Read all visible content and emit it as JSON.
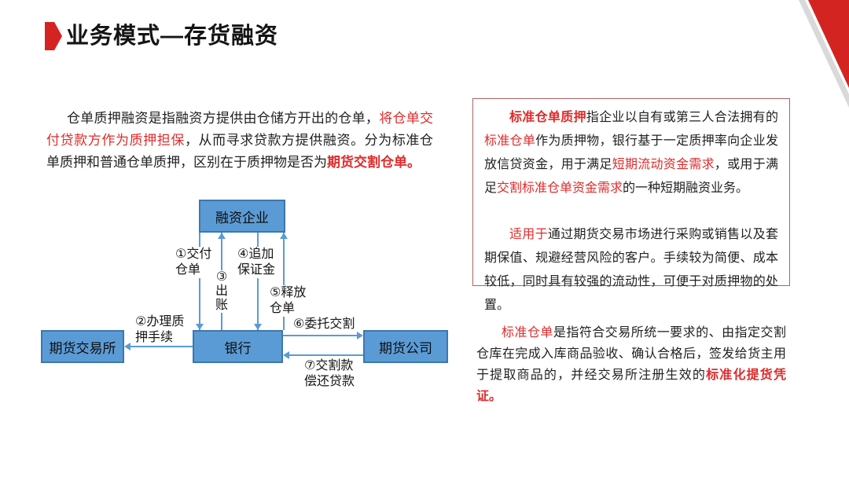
{
  "colors": {
    "accent_red": "#d42422",
    "text_red": "#e02b2b",
    "node_fill": "#5b9bd5",
    "node_border": "#3d77ae",
    "arrow_blue": "#5b9bd5",
    "panel_border": "#b06060",
    "stripe_gray": "#d9d9d9",
    "text_dark": "#1f1f1f",
    "title_color": "#141414"
  },
  "header": {
    "title": "业务模式—存货融资"
  },
  "intro": {
    "segments": [
      {
        "text": "仓单质押融资是指融资方提供由仓储方开出的仓单，",
        "style": "plain"
      },
      {
        "text": "将仓单交付贷款方作为质押担保",
        "style": "red"
      },
      {
        "text": "，从而寻求贷款方提供融资。分为标准仓单质押和普通仓单质押，区别在于质押物是否为",
        "style": "plain"
      },
      {
        "text": "期货交割仓单。",
        "style": "red-bold"
      }
    ]
  },
  "info_box": {
    "para1": {
      "segments": [
        {
          "text": "标准仓单质押",
          "style": "red-bold"
        },
        {
          "text": "指企业以自有或第三人合法拥有的",
          "style": "plain"
        },
        {
          "text": "标准仓单",
          "style": "red"
        },
        {
          "text": "作为质押物，银行基于一定质押率向企业发放信贷资金，用于满足",
          "style": "plain"
        },
        {
          "text": "短期流动资金需求",
          "style": "red"
        },
        {
          "text": "，或用于满足",
          "style": "plain"
        },
        {
          "text": "交割标准仓单资金需求",
          "style": "red"
        },
        {
          "text": "的一种短期融资业务。",
          "style": "plain"
        }
      ]
    },
    "para2": {
      "segments": [
        {
          "text": "适用于",
          "style": "red"
        },
        {
          "text": "通过期货交易市场进行采购或销售以及套期保值、规避经营风险的客户。手续较为简便、成本较低，同时具有较强的流动性，可便于对质押物的处置。",
          "style": "plain"
        }
      ]
    }
  },
  "note": {
    "segments": [
      {
        "text": "标准仓单",
        "style": "red"
      },
      {
        "text": "是指符合交易所统一要求的、由指定交割仓库在完成入库商品验收、确认合格后，签发给货主用于提取商品的，并经交易所注册生效的",
        "style": "plain"
      },
      {
        "text": "标准化提货凭证。",
        "style": "red-bold"
      }
    ]
  },
  "diagram": {
    "nodes": {
      "financing_company": "融资企业",
      "futures_exchange": "期货交易所",
      "bank": "银行",
      "futures_firm": "期货公司"
    },
    "edges": {
      "e1": {
        "lines": [
          "①交付",
          "仓单"
        ]
      },
      "e2": {
        "lines": [
          "②办理质",
          "押手续"
        ]
      },
      "e3": {
        "lines": [
          "③",
          "出",
          "账"
        ]
      },
      "e4": {
        "lines": [
          "④追加",
          "保证金"
        ]
      },
      "e5": {
        "lines": [
          "⑤释放",
          "仓单"
        ]
      },
      "e6": {
        "lines": [
          "⑥委托交割"
        ]
      },
      "e7": {
        "lines": [
          "⑦交割款",
          "偿还贷款"
        ]
      }
    }
  }
}
